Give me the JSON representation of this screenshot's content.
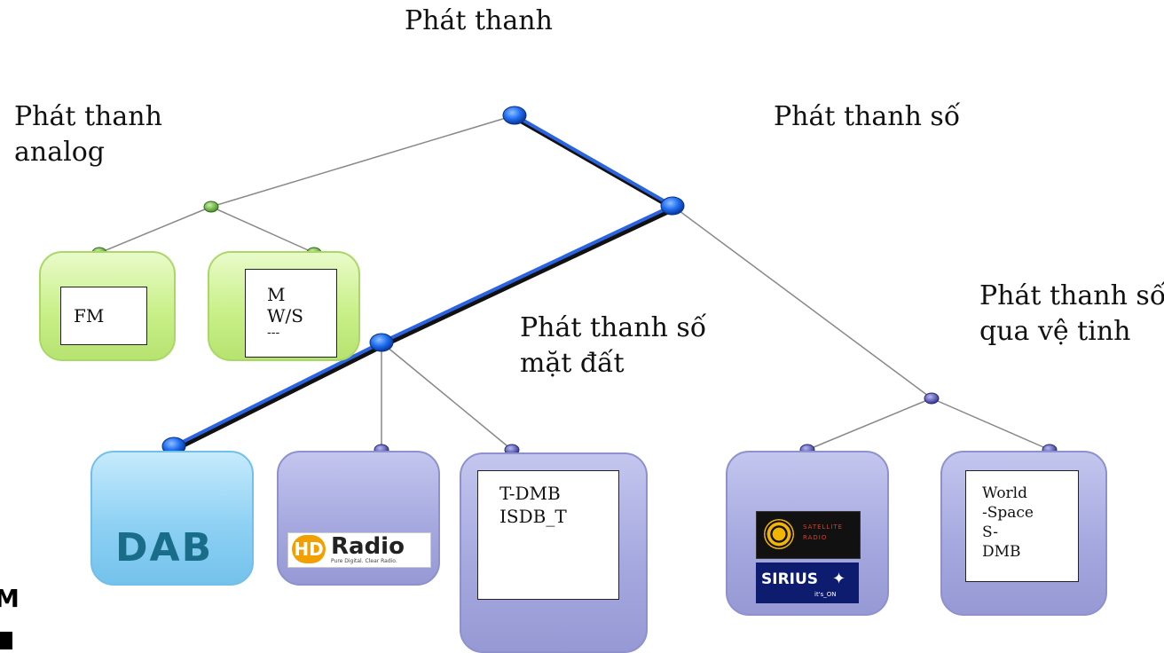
{
  "labels": {
    "root": "Phát thanh",
    "analog_line1": "Phát thanh",
    "analog_line2": "analog",
    "digital": "Phát thanh số",
    "terrestrial_line1": "Phát thanh số",
    "terrestrial_line2": "mặt đất",
    "satellite_line1": "Phát thanh số",
    "satellite_line2": "qua vệ tinh"
  },
  "boxes": {
    "fm": "FM",
    "mws_line1": "M",
    "mws_line2": "W/S",
    "mws_line3": "---",
    "tdmb_line1": "T-DMB",
    "tdmb_line2": "ISDB_T",
    "world_line1": "World",
    "world_line2": "-Space",
    "world_line3": "S-",
    "world_line4": "DMB"
  },
  "logos": {
    "dab": "DAB",
    "hd_mark": "HD",
    "hd_word": "Radio",
    "hd_tagline": "Pure Digital. Clear Radio.",
    "xm_text1": "SATELLITE",
    "xm_text2": "RADIO",
    "sirius_text": "SIRIUS",
    "sirius_tagline": "it's_ON"
  },
  "edge_text": {
    "letter1": "M"
  },
  "colors": {
    "highlight_path": "#2b63e0",
    "green_box": "#c9f08a",
    "purple_box": "#a6a9df",
    "blue_box": "#8ed1f4"
  }
}
